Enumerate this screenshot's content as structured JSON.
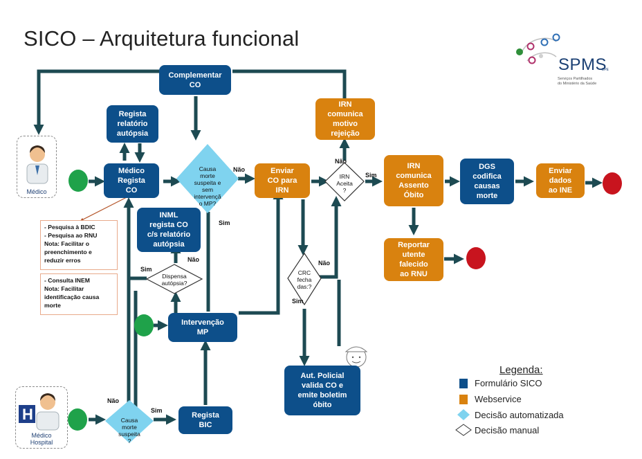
{
  "title": "SICO – Arquitetura funcional",
  "logo": {
    "name": "SPMS",
    "suffix": "EPE",
    "subtitle": "Serviços Partilhados\ndo Ministério da Saúde"
  },
  "colors": {
    "blue": "#0d4f8a",
    "orange": "#d9820f",
    "decision": "#7fd3ef",
    "green": "#1fa24a",
    "red": "#c8141e",
    "arrow": "#1d4a52"
  },
  "actors": {
    "medico": "Médico",
    "medico_hospital": "Médico\nHospital"
  },
  "boxes": {
    "complementar": "Complementar\nCO",
    "regista_relatorio": "Regista\nrelatório\nautópsia",
    "medico_regista": "Médico\nRegista\nCO",
    "inml": "INML\nregista CO\nc/s relatório\nautópsia",
    "intervencao": "Intervenção\nMP",
    "regista_bic": "Regista\nBIC",
    "enviar_co": "Enviar\nCO para\nIRN",
    "irn_rejeicao": "IRN\ncomunica\nmotivo\nrejeição",
    "irn_assento": "IRN\ncomunica\nAssento\nÓbito",
    "dgs": "DGS\ncodifica\ncausas\nmorte",
    "enviar_ine": "Enviar\ndados\nao INE",
    "reportar": "Reportar\nutente\nfalecido\nao RNU",
    "aut_policial": "Aut. Policial\nvalida CO e\nemite boletim\nóbito"
  },
  "decisions": {
    "causa_mp": "Causa\nmorte\nsuspeita e\nsem\nintervençã\no MP?",
    "dispensa": "Dispensa\nautópsia?",
    "causa_hosp": "Causa\nmorte\nsuspeita\n?",
    "irn_aceita": "IRN\nAceita\n?",
    "crc": "CRC\nfecha\ndas:?"
  },
  "labels": {
    "nao": "Não",
    "sim": "Sim"
  },
  "notes": {
    "bdic": "-      Pesquisa à BDIC\n-      Pesquisa ao RNU\nNota: Facilitar o\npreenchimento e\nreduzir erros",
    "inem": "-      Consulta INEM\nNota: Facilitar\nidentificação causa\nmorte"
  },
  "legend": {
    "title": "Legenda:",
    "items": [
      {
        "label": "Formulário SICO",
        "kind": "blue-square"
      },
      {
        "label": "Webservice",
        "kind": "orange-square"
      },
      {
        "label": "Decisão automatizada",
        "kind": "cyan-diamond"
      },
      {
        "label": "Decisão manual",
        "kind": "white-diamond"
      }
    ]
  }
}
